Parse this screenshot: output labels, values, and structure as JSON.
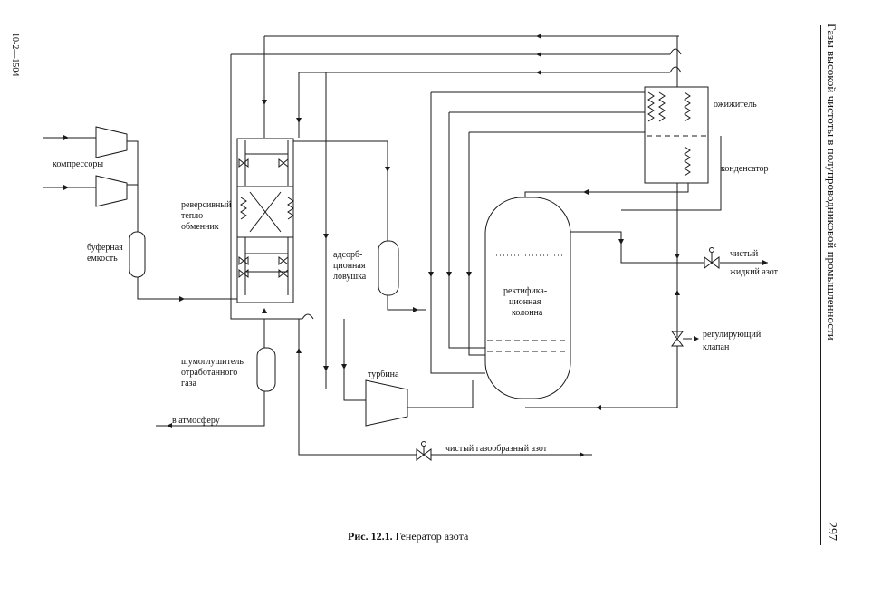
{
  "margin": {
    "code": "10-2—1504",
    "running_title": "Газы высокой чистоты в полупроводниковой промышленности",
    "page_number": "297"
  },
  "caption": {
    "label": "Рис. 12.1.",
    "text": "Генератор азота"
  },
  "labels": {
    "compressors": "компрессоры",
    "buffer_1": "буферная",
    "buffer_2": "емкость",
    "exchanger_1": "реверсивный",
    "exchanger_2": "тепло-",
    "exchanger_3": "обменник",
    "adsorber_1": "адсорб-",
    "adsorber_2": "ционная",
    "adsorber_3": "ловушка",
    "column_1": "ректифика-",
    "column_2": "ционная",
    "column_3": "колонна",
    "turbine": "турбина",
    "silencer_1": "шумоглушитель",
    "silencer_2": "отработанного",
    "silencer_3": "газа",
    "atmosphere": "в атмосферу",
    "gas_product": "чистый газообразный азот",
    "liquefier": "ожижитель",
    "condenser": "конденсатор",
    "liquid_1": "чистый",
    "liquid_2": "жидкий азот",
    "valve_1": "регулирующий",
    "valve_2": "клапан"
  }
}
